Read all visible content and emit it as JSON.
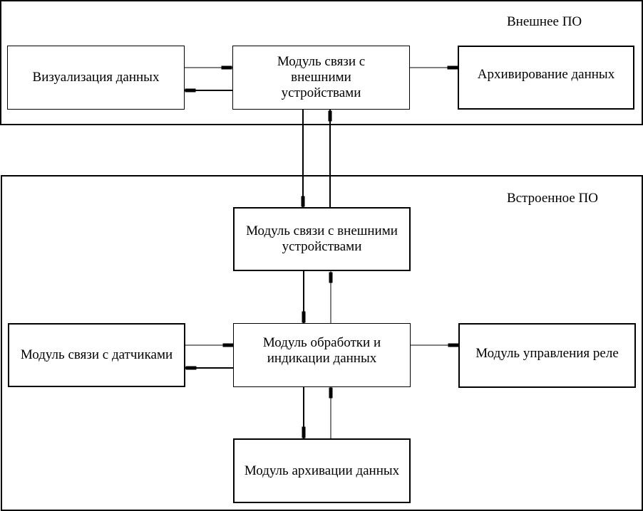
{
  "external_group": {
    "title": "Внешнее ПО",
    "blocks": {
      "visualization": "Визуализация данных",
      "comm_module": "Модуль связи с внешними устройствами",
      "archiving": "Архивирование данных"
    }
  },
  "embedded_group": {
    "title": "Встроенное ПО",
    "blocks": {
      "comm_module": "Модуль связи с внешними устройствами",
      "sensors_module": "Модуль связи с датчиками",
      "processing_module": "Модуль обработки и индикации данных",
      "relay_module": "Модуль управления реле",
      "archive_module": "Модуль архивации данных"
    }
  },
  "connections": [
    {
      "from": "Визуализация данных",
      "to": "Модуль связи с внешними устройствами (внешнее)"
    },
    {
      "from": "Модуль связи с внешними устройствами (внешнее)",
      "to": "Визуализация данных"
    },
    {
      "from": "Модуль связи с внешними устройствами (внешнее)",
      "to": "Архивирование данных"
    },
    {
      "from": "Модуль связи с внешними устройствами (внешнее)",
      "to": "Модуль связи с внешними устройствами (встроенное)"
    },
    {
      "from": "Модуль связи с внешними устройствами (встроенное)",
      "to": "Модуль связи с внешними устройствами (внешнее)"
    },
    {
      "from": "Модуль связи с внешними устройствами (встроенное)",
      "to": "Модуль обработки и индикации данных"
    },
    {
      "from": "Модуль обработки и индикации данных",
      "to": "Модуль связи с внешними устройствами (встроенное)"
    },
    {
      "from": "Модуль связи с датчиками",
      "to": "Модуль обработки и индикации данных"
    },
    {
      "from": "Модуль обработки и индикации данных",
      "to": "Модуль связи с датчиками"
    },
    {
      "from": "Модуль обработки и индикации данных",
      "to": "Модуль управления реле"
    },
    {
      "from": "Модуль обработки и индикации данных",
      "to": "Модуль архивации данных"
    },
    {
      "from": "Модуль архивации данных",
      "to": "Модуль обработки и индикации данных"
    }
  ]
}
